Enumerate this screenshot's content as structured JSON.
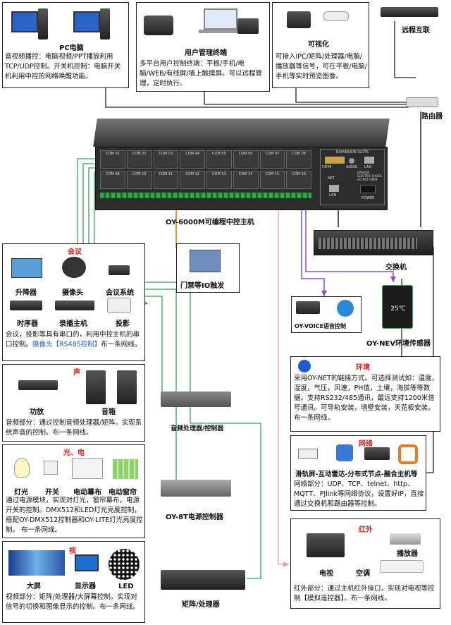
{
  "pc": {
    "title": "PC电脑",
    "desc": "音视频播控：电脑视频/PPT播放利用TCP/UDP控制。开关机控制：电脑开关机利用中控的网络唤醒功能。"
  },
  "user": {
    "title": "用户管理终端",
    "desc": "多平台用户控制终端：平板/手机/电脑/WEB/有线屏/墙上触摸屏。可以远程管理，定时执行。"
  },
  "visual": {
    "title": "可视化",
    "desc": "可接入IPC/矩阵/处理器/电脑/播放器等信号，可在平板/电脑/手机等实时预览图像。"
  },
  "remote": {
    "title": "远程互联"
  },
  "router": {
    "title": "路由器"
  },
  "host": {
    "title": "OY-6000M可编程中控主机",
    "com_labels": [
      "COM 01",
      "COM 02",
      "COM 03",
      "COM 04",
      "COM 05",
      "COM 06",
      "COM 07",
      "COM 08",
      "COM 09",
      "COM 10",
      "COM 11",
      "COM 12",
      "COM 13",
      "COM 14",
      "COM 15",
      "COM 16"
    ],
    "expansion": "EXPANSION SLOTS",
    "ports": [
      "HDMI",
      "AUDIO",
      "LAN",
      "NET",
      "LAN",
      "POWER"
    ],
    "danger": "DANGER ELECTRIC SHOCK DO NOT OPEN"
  },
  "switch": {
    "title": "交换机"
  },
  "door": {
    "title": "门禁等IO触发"
  },
  "voice": {
    "title": "OY-VOICE语音控制"
  },
  "nev": {
    "title": "OY-NEV环境传感器",
    "temp": "25℃"
  },
  "meeting": {
    "tag": "会议",
    "items": [
      "升降器",
      "摄像头",
      "会议系统",
      "时序器",
      "录播主机",
      "投影"
    ],
    "desc_a": "会议，投影等具有串口的，利用中控主机的串口控制。",
    "desc_hl": "摄像头【RS485控制】",
    "desc_b": "布一条网线。"
  },
  "sound": {
    "tag": "声",
    "items": [
      "功放",
      "音箱"
    ],
    "device": "音频处理器/控制器",
    "desc": "音频部分：通过控制音频处理器/矩阵。实现系统声音的控制。布一条网线。"
  },
  "light": {
    "tag": "光、电",
    "items": [
      "灯光",
      "开关",
      "电动幕布",
      "电动窗帘"
    ],
    "device": "OY-8T电源控制器",
    "desc": "通过电源模块，实现对灯光，窗帘幕布，电源开关的控制。DMX512和LED灯光亮度控制，搭配OY-DMX512控制器和OY-LITE灯光亮度控制。  布一条网线。"
  },
  "video": {
    "tag": "视",
    "items": [
      "大屏",
      "显示器",
      "LED"
    ],
    "device": "矩阵/处理器",
    "desc": "视频部分：矩阵/处理器/大屏幕控制。实现对信号的切换和图像显示的控制。布一条网线。"
  },
  "env": {
    "tag": "环境",
    "desc": "采用OY-NET的链接方式。可选择测试如：温度，湿度，气压，风速，PH值，土壤，海拔等等数据。支持RS232/485通讯，最远支持1200米信号通讯。可导轨安装，墙壁安装，天花板安装。布一条网线。"
  },
  "network": {
    "tag": "网络",
    "headline": "滑轨屏-互动雷达-分布式节点-融合主机等",
    "desc": "网络部分：UDP、TCP、telnet、http、MQTT、PJlink等网络协议，设置好IP，直接通过交换机和路由器等控制。"
  },
  "ir": {
    "tag": "红外",
    "items": [
      "电视",
      "空调",
      "播放器"
    ],
    "desc": "红外部分：通过主机红外接口，实现对电视等控制【模拟遥控器】。布一条网线。"
  }
}
